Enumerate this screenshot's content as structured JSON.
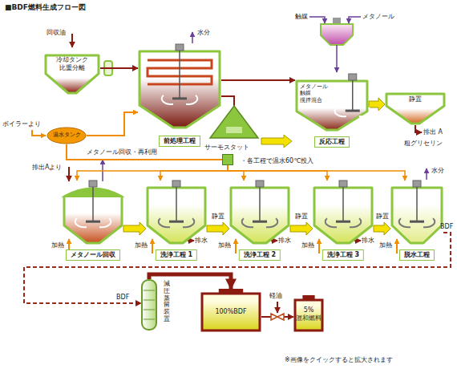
{
  "diagram": {
    "title": "■BDF燃料生成フロー図",
    "nodes": [
      {
        "text": [
          "冷却タンク 比重分離"
        ]
      },
      {
        "text": [
          "前処理工程"
        ]
      },
      {
        "text": [
          "メタノール 触媒 撹拌混合",
          "反応工程"
        ]
      },
      {
        "text": [
          "静置"
        ]
      },
      {
        "text": [
          "温水タンク"
        ]
      },
      {
        "text": [
          "サーモスタット"
        ]
      },
      {
        "text": [
          "メタノール回収"
        ]
      },
      {
        "text": [
          "洗浄工程 1"
        ]
      },
      {
        "text": [
          "洗浄工程 2"
        ]
      },
      {
        "text": [
          "洗浄工程 3"
        ]
      },
      {
        "text": [
          "脱水工程"
        ]
      },
      {
        "text": [
          "減圧蒸留装置"
        ]
      },
      {
        "text": [
          "100%BDF"
        ]
      },
      {
        "text": [
          "5%混和燃料"
        ]
      }
    ],
    "edges": [
      {
        "from": 0,
        "to": 1,
        "arrow": "to"
      },
      {
        "from": 1,
        "to": 2,
        "arrow": "to"
      },
      {
        "from": 2,
        "to": 3,
        "arrow": "to"
      },
      {
        "from": 4,
        "to": 1,
        "arrow": "to"
      },
      {
        "from": 4,
        "to": 5,
        "arrow": "none"
      },
      {
        "from": 5,
        "to": 6,
        "arrow": "to"
      },
      {
        "from": 5,
        "to": 7,
        "arrow": "to"
      },
      {
        "from": 5,
        "to": 8,
        "arrow": "to"
      },
      {
        "from": 5,
        "to": 9,
        "arrow": "to"
      },
      {
        "from": 5,
        "to": 10,
        "arrow": "to"
      },
      {
        "from": 6,
        "to": 7,
        "arrow": "to"
      },
      {
        "from": 7,
        "to": 8,
        "label": "静置",
        "arrow": "to"
      },
      {
        "from": 8,
        "to": 9,
        "label": "静置",
        "arrow": "to"
      },
      {
        "from": 9,
        "to": 10,
        "label": "静置",
        "arrow": "to"
      },
      {
        "from": 10,
        "to": 11,
        "arrow": "to"
      },
      {
        "from": 11,
        "to": 12,
        "arrow": "to"
      },
      {
        "from": 12,
        "to": 13,
        "arrow": "to"
      }
    ],
    "labels": [
      "回収油",
      "水分",
      "触媒",
      "メタノール",
      "排出 A",
      "粗グリセリン",
      "ボイラーより",
      "・各工程で温水60℃投入",
      "排出Aより",
      "メタノール回収・再利用",
      "加熱",
      "加熱",
      "加熱",
      "加熱",
      "加熱",
      "排水",
      "排水",
      "排水",
      "水分",
      "BDF",
      "BDF",
      "軽油",
      "※画像をクイックすると拡大されます"
    ]
  }
}
